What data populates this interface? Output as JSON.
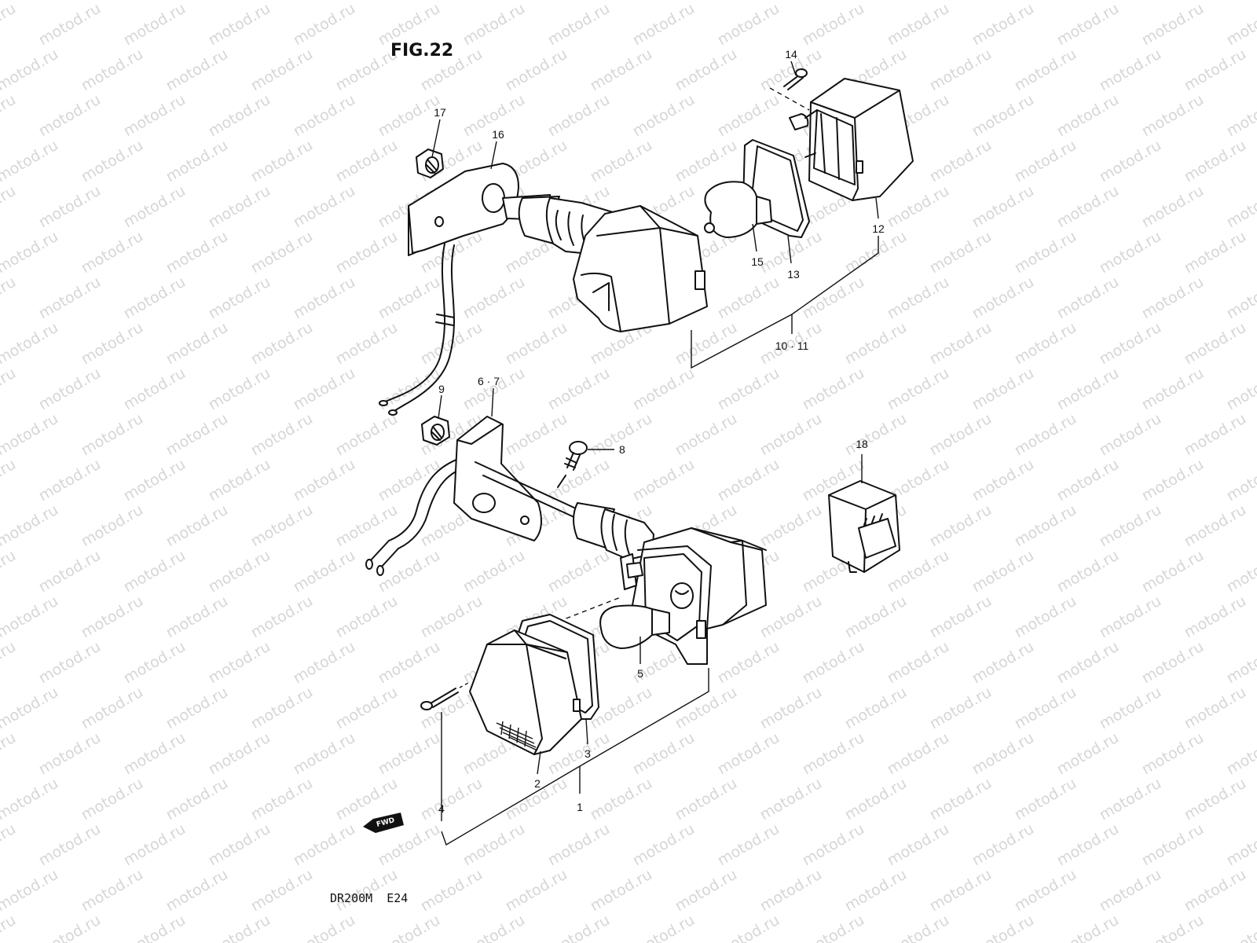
{
  "figure_title": "FIG.22",
  "model_code": "DR200M  E24",
  "watermark": "motod.ru",
  "direction_badge": "FWD",
  "callouts": {
    "p1": "1",
    "p2": "2",
    "p3": "3",
    "p4": "4",
    "p5": "5",
    "p6_7": "6 · 7",
    "p8": "8",
    "p9": "9",
    "p10_11": "10 · 11",
    "p12": "12",
    "p13": "13",
    "p14": "14",
    "p15": "15",
    "p16": "16",
    "p17": "17",
    "p18": "18"
  }
}
